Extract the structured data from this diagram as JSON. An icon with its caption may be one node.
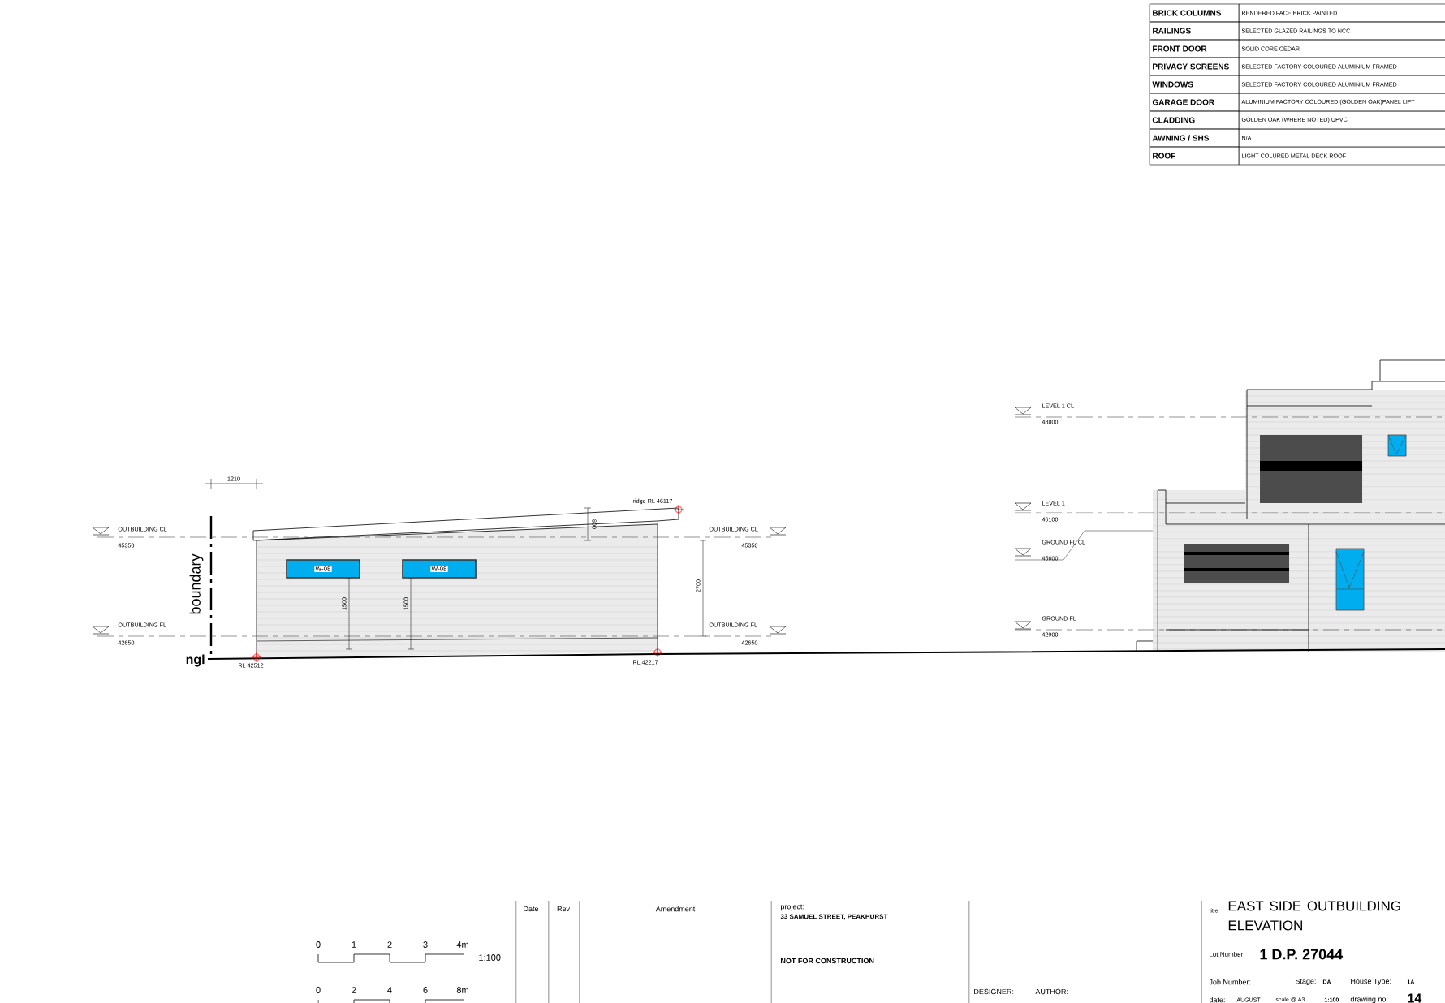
{
  "diagram": {
    "title": "EAST SIDE OUTBUILDING ELEVATION",
    "nodes": [
      {
        "text": [
          "W-08"
        ]
      },
      {
        "text": [
          "W-08"
        ]
      }
    ],
    "edges": [],
    "labels": [
      "BRICK COLUMNS",
      "RENDERED FACE BRICK PAINTED",
      "RAILINGS",
      "SELECTED GLAZED RAILINGS TO NCC",
      "FRONT DOOR",
      "SOLID CORE CEDAR",
      "PRIVACY SCREENS",
      "SELECTED FACTORY COLOURED ALUMINIUM FRAMED",
      "WINDOWS",
      "SELECTED FACTORY COLOURED ALUMINIUM FRAMED",
      "GARAGE DOOR",
      "ALUMINIUM FACTORY COLOURED (GOLDEN OAK)PANEL LIFT",
      "CLADDING",
      "GOLDEN OAK (WHERE NOTED) UPVC",
      "AWNING / SHS",
      "N/A",
      "ROOF",
      "LIGHT COLURED METAL DECK ROOF",
      "1210",
      "OUTBUILDING CL",
      "45350",
      "OUTBUILDING FL",
      "42650",
      "boundary",
      "ngl",
      "RL 42512",
      "ridge RL 46117",
      "800",
      "1500",
      "1500",
      "2700",
      "RL 42217",
      "OUTBUILDING CL",
      "45350",
      "OUTBUILDING FL",
      "42650",
      "LEVEL 1 CL",
      "48800",
      "LEVEL 1",
      "46100",
      "GROUND FL CL",
      "45600",
      "GROUND FL",
      "42900",
      "0",
      "1",
      "2",
      "3",
      "4m",
      "1:100",
      "0",
      "2",
      "4",
      "6",
      "8m",
      "Date",
      "Rev",
      "Amendment",
      "project:",
      "33 SAMUEL STREET, PEAKHURST",
      "NOT FOR CONSTRUCTION",
      "DESIGNER:",
      "AUTHOR:",
      "title",
      "Lot Number:",
      "1 D.P. 27044",
      "Job Number:",
      "Stage:",
      "DA",
      "House Type:",
      "1A",
      "date:",
      "AUGUST",
      "scale @ A3",
      "1:100",
      "drawing no:",
      "14"
    ]
  }
}
